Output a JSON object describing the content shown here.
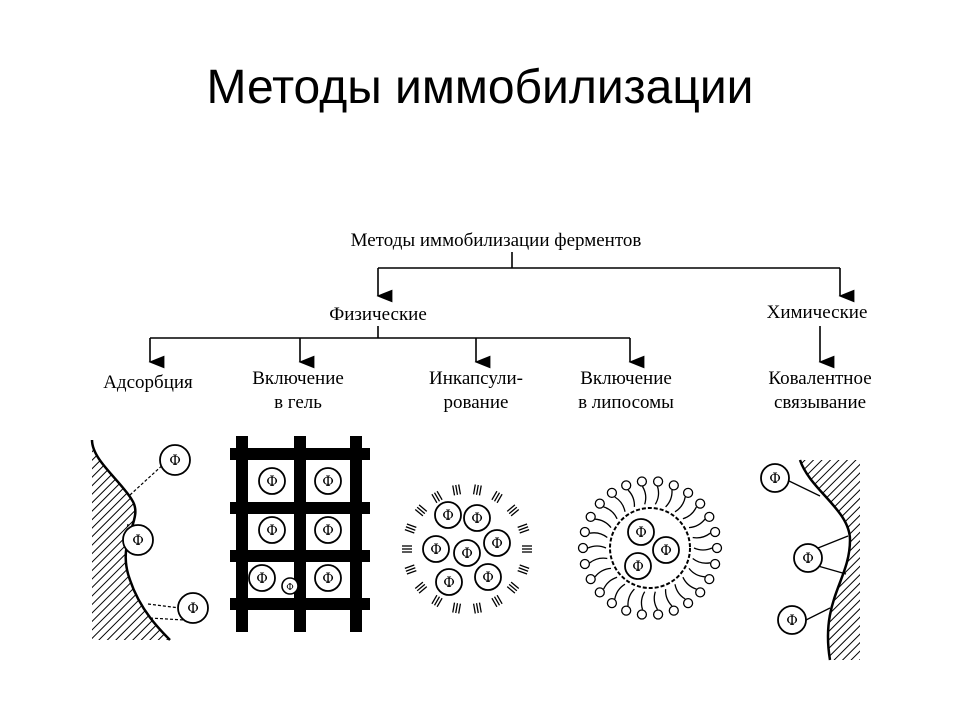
{
  "slide": {
    "title": "Методы иммобилизации"
  },
  "diagram": {
    "root": "Методы иммобилизации ферментов",
    "physical": "Физические",
    "chemical": "Химические",
    "methods": {
      "adsorption": "Адсорбция",
      "gel_1": "Включение",
      "gel_2": "в гель",
      "encaps_1": "Инкапсули-",
      "encaps_2": "рование",
      "lipo_1": "Включение",
      "lipo_2": "в липосомы",
      "cov_1": "Ковалентное",
      "cov_2": "связывание"
    },
    "enzyme_symbol": "Ф"
  }
}
